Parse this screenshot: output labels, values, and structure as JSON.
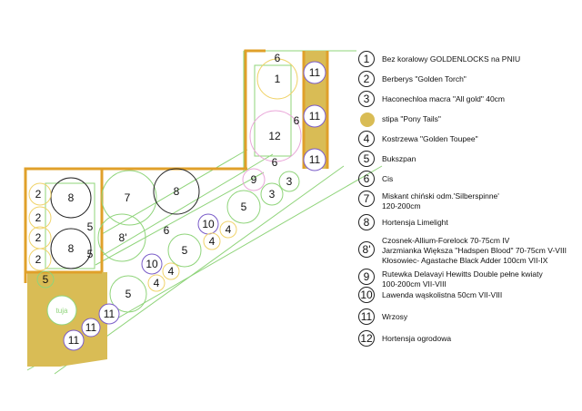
{
  "plan": {
    "labels": {
      "l1": "1",
      "l6a": "6",
      "l12": "12",
      "l6b": "6",
      "l6c": "6",
      "l11a": "11",
      "l11b": "11",
      "l11c": "11",
      "l9": "9",
      "l3a": "3",
      "l3b": "3",
      "l5a": "5",
      "l7": "7",
      "l8a": "8",
      "l8left1": "8",
      "l8left2": "8",
      "l8p": "8'",
      "l6d": "6",
      "l10a": "10",
      "l4a": "4",
      "l4b": "4",
      "l5b": "5",
      "l10b": "10",
      "l4c": "4",
      "l4d": "4",
      "l5c": "5",
      "l5d": "5",
      "l2a": "2",
      "l2b": "2",
      "l2c": "2",
      "l2d": "2",
      "l5e": "5",
      "l5f": "5",
      "thuja": "tuja",
      "l11d": "11",
      "l11e": "11",
      "l11f": "11"
    }
  },
  "legend": {
    "items": [
      {
        "badge": "1",
        "text": "Bez koralowy GOLDENLOCKS na PNIU"
      },
      {
        "badge": "2",
        "text": "Berberys \"Golden Torch\""
      },
      {
        "badge": "3",
        "text": "Haconechloa macra \"All gold\" 40cm"
      },
      {
        "badge": "",
        "text": "stipa \"Pony Tails\""
      },
      {
        "badge": "4",
        "text": "Kostrzewa \"Golden Toupee\""
      },
      {
        "badge": "5",
        "text": "Bukszpan"
      },
      {
        "badge": "6",
        "text": "Cis"
      },
      {
        "badge": "7",
        "text": "Miskant chiński odm.'Silberspinne'",
        "text2": "120-200cm"
      },
      {
        "badge": "8",
        "text": "Hortensja Limelight"
      },
      {
        "badge": "8'",
        "text": "Czosnek-Allium-Forelock 70-75cm IV",
        "text2": "Jarzmianka Większa \"Hadspen Blood\" 70-75cm V-VIII",
        "text3": "Kłosowiec- Agastache Black Adder  100cm VII-IX"
      },
      {
        "badge": "9",
        "text": "Rutewka Delavayi Hewitts Double pełne kwiaty",
        "text2": "100-200cm VII-VIII"
      },
      {
        "badge": "10",
        "text": "Lawenda wąskolistna 50cm VII-VIII"
      },
      {
        "badge": "11",
        "text": "Wrzosy"
      },
      {
        "badge": "12",
        "text": "Hortensja ogrodowa"
      }
    ]
  },
  "colors": {
    "border_orange": "#e0a02a",
    "stipa_gold": "#d9bc55",
    "green_line": "#8fd47a",
    "purple": "#7a5cc8",
    "pink": "#e9a6d8",
    "yellow": "#f0d36a"
  }
}
